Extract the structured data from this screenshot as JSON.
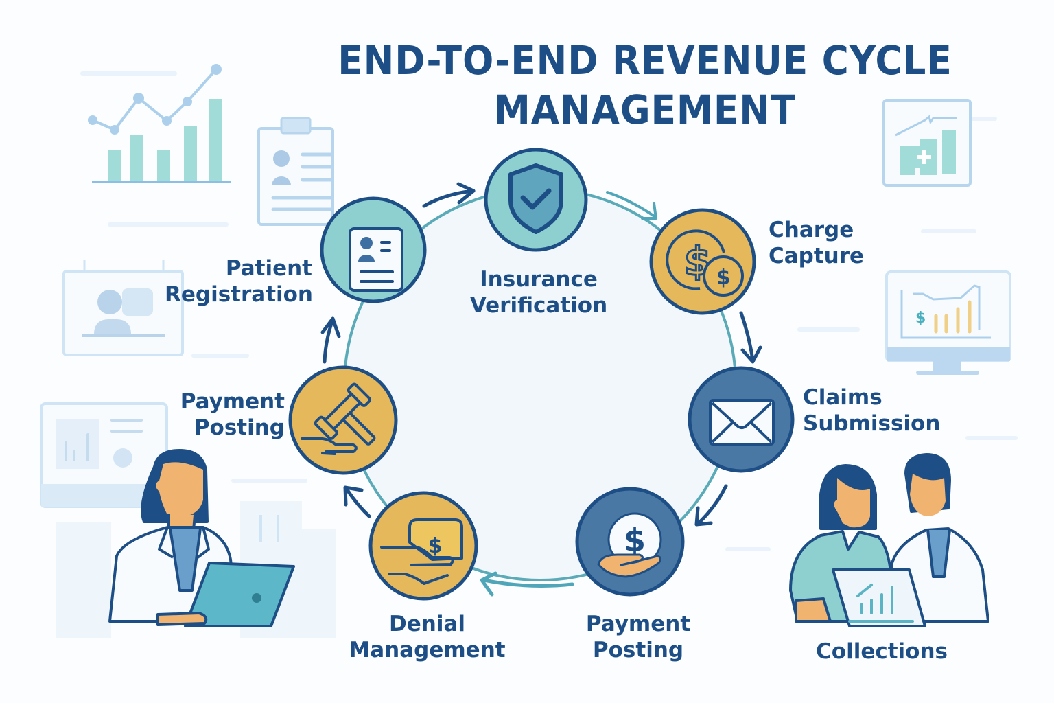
{
  "title": {
    "line1": "END-TO-END REVENUE CYCLE",
    "line2": "MANAGEMENT"
  },
  "colors": {
    "navy": "#1d4e85",
    "teal_light": "#8ecfd0",
    "teal_dark": "#4fa6b9",
    "gold": "#e6b85c",
    "steel_blue": "#4a78a4",
    "skin": "#f0b470",
    "pale_blue": "#cfe4f4",
    "ring": "#5aaab8",
    "ring_fill": "#f1f7fb"
  },
  "steps": [
    {
      "id": "patient-registration",
      "icon": "id-card-icon",
      "line1": "Patient",
      "line2": "Registration"
    },
    {
      "id": "insurance-verification",
      "icon": "shield-check-icon",
      "line1": "Insurance",
      "line2": "Verification"
    },
    {
      "id": "charge-capture",
      "icon": "coins-dollar-icon",
      "line1": "Charge",
      "line2": "Capture"
    },
    {
      "id": "claims-submission",
      "icon": "envelope-icon",
      "line1": "Claims",
      "line2": "Submission"
    },
    {
      "id": "payment-posting-bottom",
      "icon": "hand-coin-icon",
      "line1": "Payment",
      "line2": "Posting"
    },
    {
      "id": "denial-management",
      "icon": "hand-bill-icon",
      "line1": "Denial",
      "line2": "Management"
    },
    {
      "id": "payment-posting-left",
      "icon": "gavel-hand-icon",
      "line1": "Payment",
      "line2": "Posting"
    }
  ],
  "collections": {
    "label": "Collections"
  }
}
